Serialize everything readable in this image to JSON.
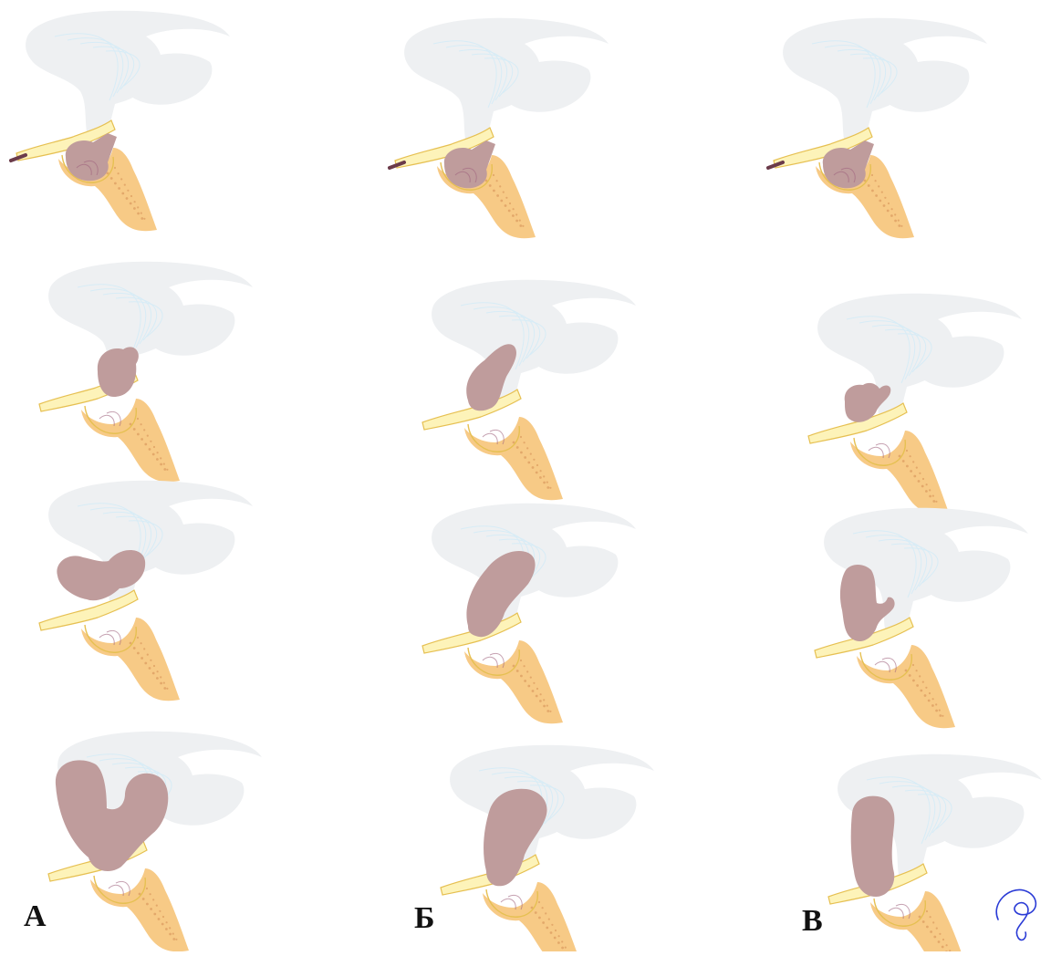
{
  "columns": [
    {
      "id": "A",
      "label": "А",
      "stages": 4
    },
    {
      "id": "B",
      "label": "Б",
      "stages": 4
    },
    {
      "id": "V",
      "label": "В",
      "stages": 4
    }
  ],
  "colors": {
    "brain": "#eef0f2",
    "brain_lines": "#d7ecf6",
    "bone": "#f7ca86",
    "bone_dots": "#e3a86a",
    "tumor": "#bf9c9c",
    "tumor_inner": "#a0647e",
    "vessel_fill": "#fdf3b9",
    "vessel_edge": "#e6c052",
    "nerve": "#6b3b4a",
    "label_text": "#111111",
    "logo": "#2a3bd6"
  },
  "logo": {
    "name": "monogram-logo"
  }
}
